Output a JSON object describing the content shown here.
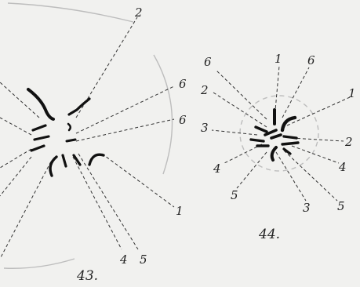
{
  "figure_43": {
    "caption": "43.",
    "labels": {
      "top_2": "2",
      "upper_6": "6",
      "lower_6": "6",
      "right_1": "1",
      "bottom_4": "4",
      "bottom_5": "5"
    }
  },
  "figure_44": {
    "caption": "44.",
    "labels": {
      "top_6_left": "6",
      "top_1": "1",
      "top_6_right": "6",
      "left_2": "2",
      "right_1": "1",
      "left_3": "3",
      "right_2": "2",
      "left_4": "4",
      "right_4": "4",
      "left_5": "5",
      "bottom_3": "3",
      "bottom_5": "5"
    }
  }
}
